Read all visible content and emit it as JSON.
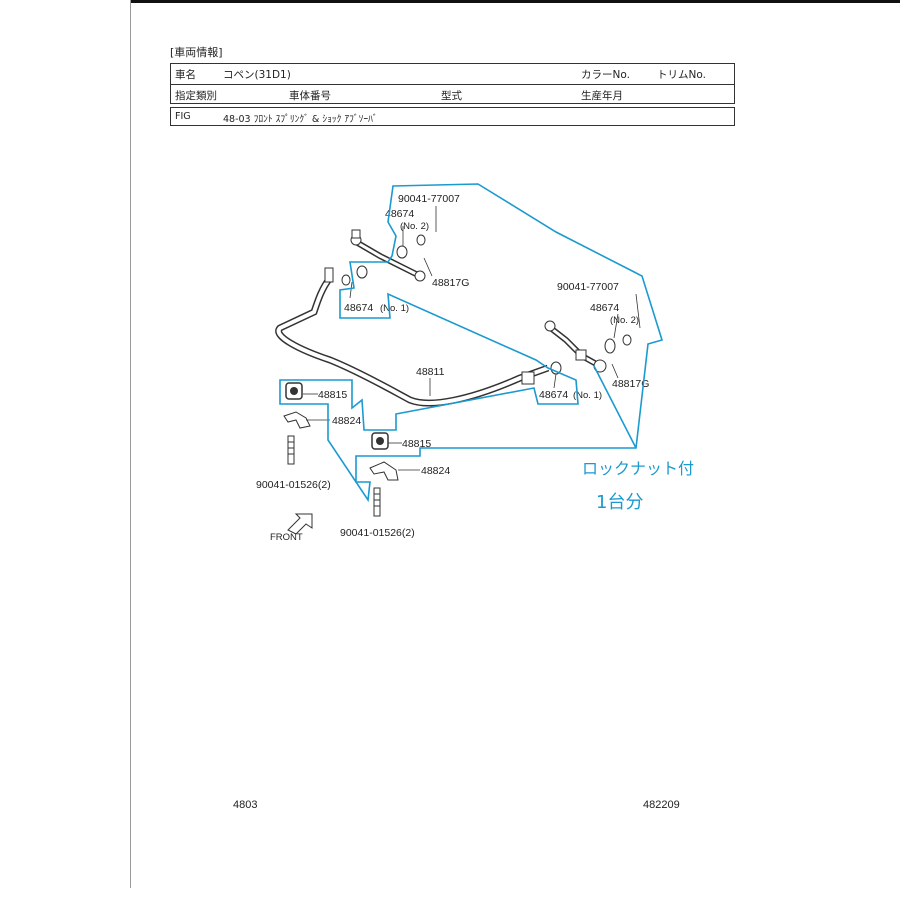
{
  "vehicle_info": {
    "section_title": "[車両情報]",
    "row1": {
      "model_label": "車名",
      "model_value": "コペン(31D1)",
      "color_label": "カラーNo.",
      "trim_label": "トリムNo."
    },
    "row2": {
      "designation_label": "指定類別",
      "vin_label": "車体番号",
      "type_label": "型式",
      "production_label": "生産年月"
    }
  },
  "fig": {
    "label": "FIG",
    "title": "48-03 ﾌﾛﾝﾄ ｽﾌﾟﾘﾝｸﾞ & ｼｮｯｸ ｱﾌﾞｿｰﾊﾞ"
  },
  "parts": {
    "nut_1": "90041-77007",
    "cushion_no2_1": "48674",
    "no2_1": "(No. 2)",
    "link_1": "48817G",
    "cushion_no1_1": "48674",
    "no1_1": "(No. 1)",
    "nut_2": "90041-77007",
    "cushion_no2_2": "48674",
    "no2_2": "(No. 2)",
    "link_2": "48817G",
    "cushion_no1_2": "48674",
    "no1_2": "(No. 1)",
    "stabilizer_bar": "48811",
    "bushing_1": "48815",
    "bracket_1": "48824",
    "bolt_1": "90041-01526(2)",
    "bushing_2": "48815",
    "bracket_2": "48824",
    "bolt_2": "90041-01526(2)",
    "front": "FRONT"
  },
  "handwritten_note": {
    "line1": "ロックナット付",
    "line2": "1台分",
    "color": "#1b9ad0"
  },
  "footer": {
    "left_code": "4803",
    "right_code": "482209"
  }
}
